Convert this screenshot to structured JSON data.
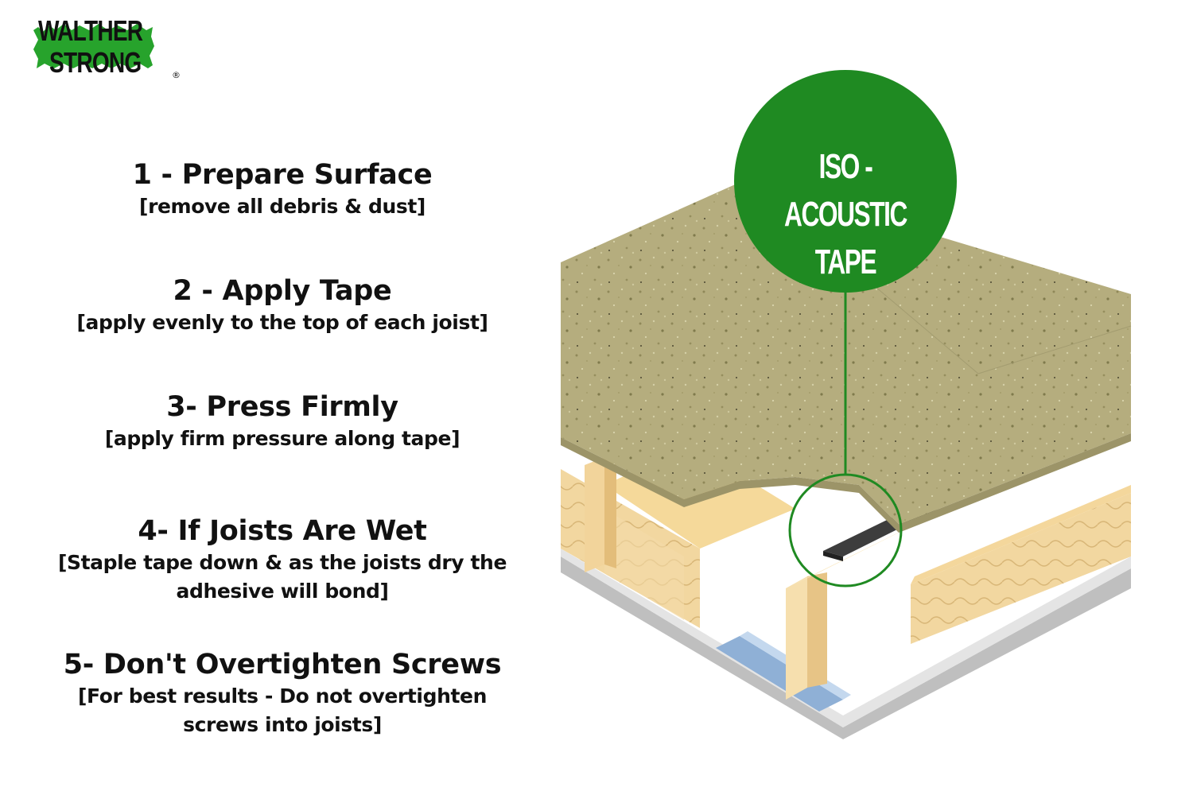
{
  "logo": {
    "line1": "WALTHER",
    "line2": "STRONG",
    "registered": "®",
    "brand_color": "#27a32c"
  },
  "badge": {
    "line1": "ISO - ACOUSTIC",
    "line2": "TAPE",
    "color": "#1f8a22"
  },
  "steps": [
    {
      "title": "1 - Prepare Surface",
      "desc": "[remove all debris & dust]"
    },
    {
      "title": "2 - Apply Tape",
      "desc": "[apply evenly to the top of each joist]"
    },
    {
      "title": "3- Press Firmly",
      "desc": "[apply firm pressure along tape]"
    },
    {
      "title": "4- If Joists Are Wet",
      "desc": "[Staple tape down & as the joists dry the",
      "desc2": "adhesive will bond]"
    },
    {
      "title": "5- Don't Overtighten Screws",
      "desc": "[For best results - Do not overtighten",
      "desc2": "screws into joists]"
    }
  ]
}
